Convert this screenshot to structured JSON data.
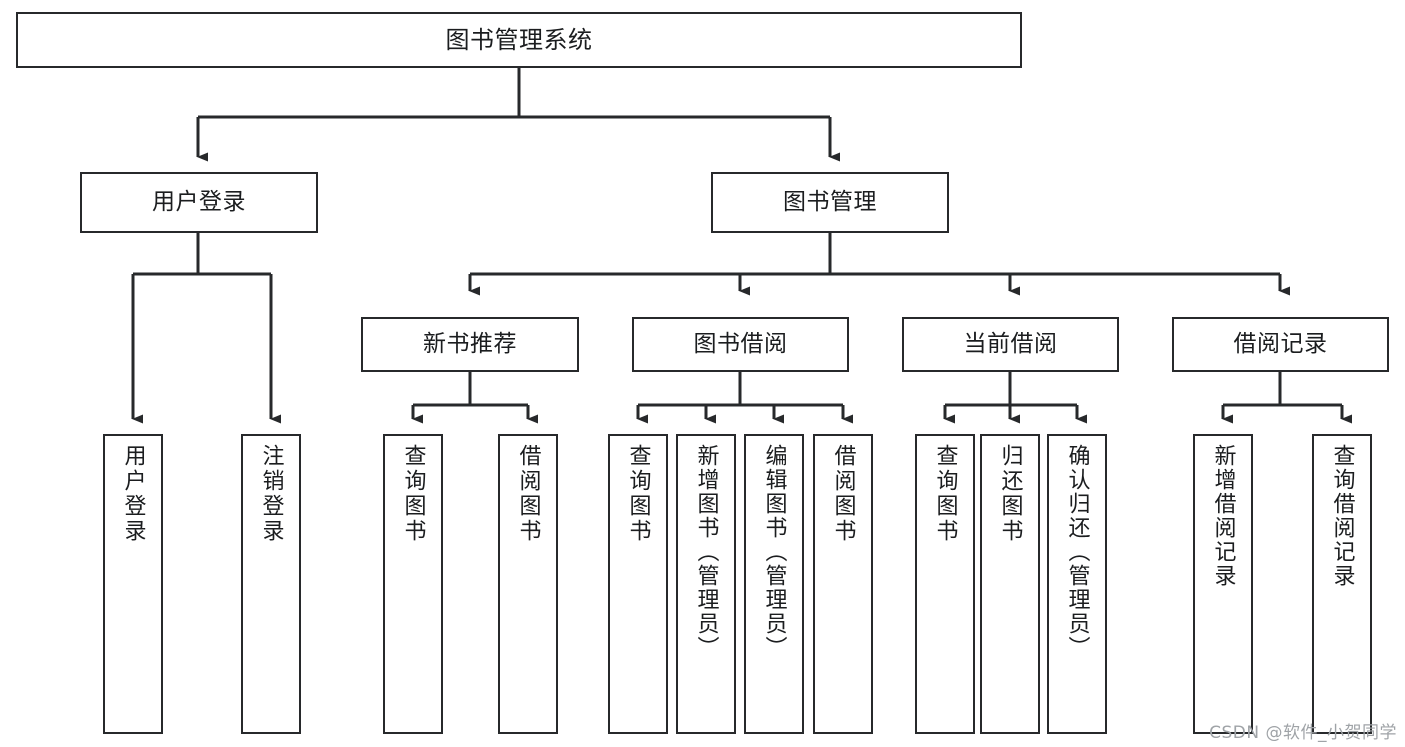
{
  "diagram": {
    "title": "图书管理系统",
    "type": "功能结构图",
    "line_color": "#27292b",
    "box_fill": "#ffffff",
    "text_color": "#1b1d1f"
  },
  "root": {
    "label": "图书管理系统"
  },
  "level2": [
    {
      "label": "用户登录"
    },
    {
      "label": "图书管理"
    }
  ],
  "level3": [
    {
      "label": "新书推荐"
    },
    {
      "label": "图书借阅"
    },
    {
      "label": "当前借阅"
    },
    {
      "label": "借阅记录"
    }
  ],
  "leaves": {
    "user_login": [
      {
        "label": "用户登录"
      },
      {
        "label": "注销登录"
      }
    ],
    "new_book": [
      {
        "label": "查询图书"
      },
      {
        "label": "借阅图书"
      }
    ],
    "borrow": [
      {
        "label": "查询图书"
      },
      {
        "label": "新增图书（管理员）"
      },
      {
        "label": "编辑图书（管理员）"
      },
      {
        "label": "借阅图书"
      }
    ],
    "current": [
      {
        "label": "查询图书"
      },
      {
        "label": "归还图书"
      },
      {
        "label": "确认归还（管理员）"
      }
    ],
    "records": [
      {
        "label": "新增借阅记录"
      },
      {
        "label": "查询借阅记录"
      }
    ]
  },
  "watermark": {
    "text": "CSDN @软件_小贺同学"
  }
}
